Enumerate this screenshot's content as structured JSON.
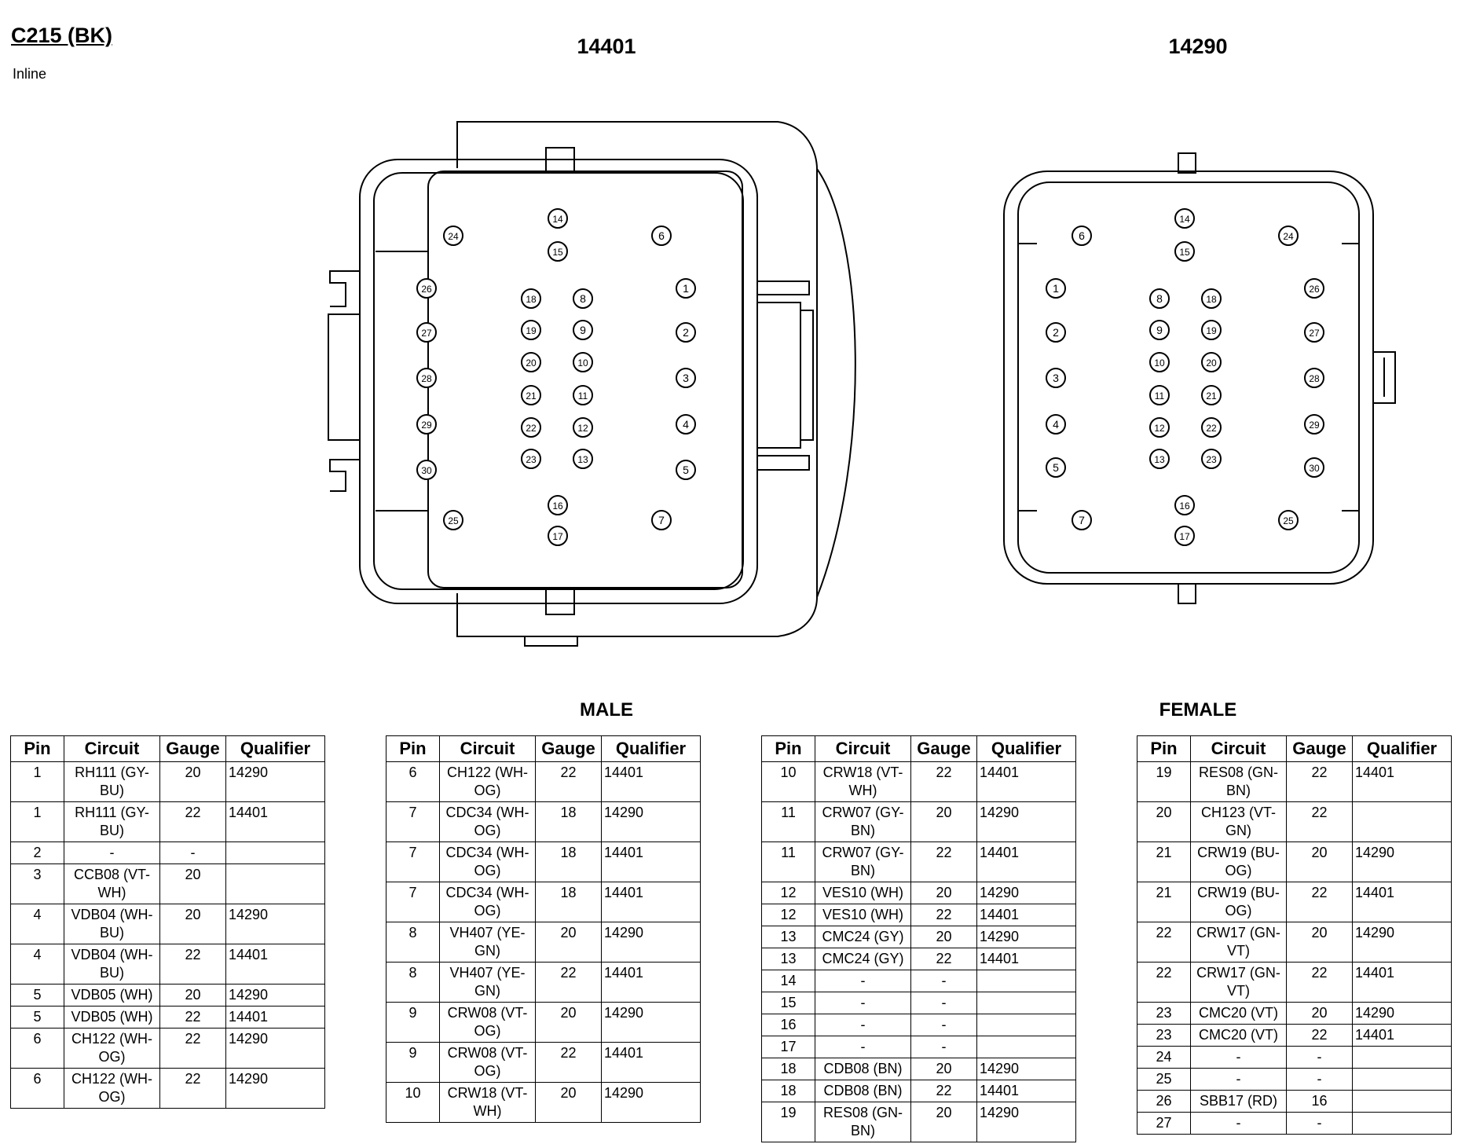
{
  "header": {
    "title": "C215 (BK)",
    "subtitle": "Inline"
  },
  "connectors": [
    {
      "id": "14401",
      "label": "14401",
      "gender": "MALE"
    },
    {
      "id": "14290",
      "label": "14290",
      "gender": "FEMALE"
    }
  ],
  "pin_numbers": [
    "1",
    "2",
    "3",
    "4",
    "5",
    "6",
    "7",
    "8",
    "9",
    "10",
    "11",
    "12",
    "13",
    "14",
    "15",
    "16",
    "17",
    "18",
    "19",
    "20",
    "21",
    "22",
    "23",
    "24",
    "25",
    "26",
    "27",
    "28",
    "29",
    "30"
  ],
  "table_headers": {
    "pin": "Pin",
    "circuit": "Circuit",
    "gauge": "Gauge",
    "qualifier": "Qualifier"
  },
  "tables": [
    {
      "rows": [
        {
          "pin": "1",
          "circuit": "RH111 (GY-BU)",
          "gauge": "20",
          "qualifier": "14290"
        },
        {
          "pin": "1",
          "circuit": "RH111 (GY-BU)",
          "gauge": "22",
          "qualifier": "14401"
        },
        {
          "pin": "2",
          "circuit": "-",
          "gauge": "-",
          "qualifier": ""
        },
        {
          "pin": "3",
          "circuit": "CCB08 (VT-WH)",
          "gauge": "20",
          "qualifier": ""
        },
        {
          "pin": "4",
          "circuit": "VDB04 (WH-BU)",
          "gauge": "20",
          "qualifier": "14290"
        },
        {
          "pin": "4",
          "circuit": "VDB04 (WH-BU)",
          "gauge": "22",
          "qualifier": "14401"
        },
        {
          "pin": "5",
          "circuit": "VDB05 (WH)",
          "gauge": "20",
          "qualifier": "14290"
        },
        {
          "pin": "5",
          "circuit": "VDB05 (WH)",
          "gauge": "22",
          "qualifier": "14401"
        },
        {
          "pin": "6",
          "circuit": "CH122 (WH-OG)",
          "gauge": "22",
          "qualifier": "14290"
        },
        {
          "pin": "6",
          "circuit": "CH122 (WH-OG)",
          "gauge": "22",
          "qualifier": "14290"
        }
      ]
    },
    {
      "rows": [
        {
          "pin": "6",
          "circuit": "CH122 (WH-OG)",
          "gauge": "22",
          "qualifier": "14401"
        },
        {
          "pin": "7",
          "circuit": "CDC34 (WH-OG)",
          "gauge": "18",
          "qualifier": "14290"
        },
        {
          "pin": "7",
          "circuit": "CDC34 (WH-OG)",
          "gauge": "18",
          "qualifier": "14401"
        },
        {
          "pin": "7",
          "circuit": "CDC34 (WH-OG)",
          "gauge": "18",
          "qualifier": "14401"
        },
        {
          "pin": "8",
          "circuit": "VH407 (YE-GN)",
          "gauge": "20",
          "qualifier": "14290"
        },
        {
          "pin": "8",
          "circuit": "VH407 (YE-GN)",
          "gauge": "22",
          "qualifier": "14401"
        },
        {
          "pin": "9",
          "circuit": "CRW08 (VT-OG)",
          "gauge": "20",
          "qualifier": "14290"
        },
        {
          "pin": "9",
          "circuit": "CRW08 (VT-OG)",
          "gauge": "22",
          "qualifier": "14401"
        },
        {
          "pin": "10",
          "circuit": "CRW18 (VT-WH)",
          "gauge": "20",
          "qualifier": "14290"
        }
      ]
    },
    {
      "rows": [
        {
          "pin": "10",
          "circuit": "CRW18 (VT-WH)",
          "gauge": "22",
          "qualifier": "14401"
        },
        {
          "pin": "11",
          "circuit": "CRW07 (GY-BN)",
          "gauge": "20",
          "qualifier": "14290"
        },
        {
          "pin": "11",
          "circuit": "CRW07 (GY-BN)",
          "gauge": "22",
          "qualifier": "14401"
        },
        {
          "pin": "12",
          "circuit": "VES10 (WH)",
          "gauge": "20",
          "qualifier": "14290"
        },
        {
          "pin": "12",
          "circuit": "VES10 (WH)",
          "gauge": "22",
          "qualifier": "14401"
        },
        {
          "pin": "13",
          "circuit": "CMC24 (GY)",
          "gauge": "20",
          "qualifier": "14290"
        },
        {
          "pin": "13",
          "circuit": "CMC24 (GY)",
          "gauge": "22",
          "qualifier": "14401"
        },
        {
          "pin": "14",
          "circuit": "-",
          "gauge": "-",
          "qualifier": ""
        },
        {
          "pin": "15",
          "circuit": "-",
          "gauge": "-",
          "qualifier": ""
        },
        {
          "pin": "16",
          "circuit": "-",
          "gauge": "-",
          "qualifier": ""
        },
        {
          "pin": "17",
          "circuit": "-",
          "gauge": "-",
          "qualifier": ""
        },
        {
          "pin": "18",
          "circuit": "CDB08 (BN)",
          "gauge": "20",
          "qualifier": "14290"
        },
        {
          "pin": "18",
          "circuit": "CDB08 (BN)",
          "gauge": "22",
          "qualifier": "14401"
        },
        {
          "pin": "19",
          "circuit": "RES08 (GN-BN)",
          "gauge": "20",
          "qualifier": "14290"
        }
      ]
    },
    {
      "rows": [
        {
          "pin": "19",
          "circuit": "RES08 (GN-BN)",
          "gauge": "22",
          "qualifier": "14401"
        },
        {
          "pin": "20",
          "circuit": "CH123 (VT-GN)",
          "gauge": "22",
          "qualifier": ""
        },
        {
          "pin": "21",
          "circuit": "CRW19 (BU-OG)",
          "gauge": "20",
          "qualifier": "14290"
        },
        {
          "pin": "21",
          "circuit": "CRW19 (BU-OG)",
          "gauge": "22",
          "qualifier": "14401"
        },
        {
          "pin": "22",
          "circuit": "CRW17 (GN-VT)",
          "gauge": "20",
          "qualifier": "14290"
        },
        {
          "pin": "22",
          "circuit": "CRW17 (GN-VT)",
          "gauge": "22",
          "qualifier": "14401"
        },
        {
          "pin": "23",
          "circuit": "CMC20 (VT)",
          "gauge": "20",
          "qualifier": "14290"
        },
        {
          "pin": "23",
          "circuit": "CMC20 (VT)",
          "gauge": "22",
          "qualifier": "14401"
        },
        {
          "pin": "24",
          "circuit": "-",
          "gauge": "-",
          "qualifier": ""
        },
        {
          "pin": "25",
          "circuit": "-",
          "gauge": "-",
          "qualifier": ""
        },
        {
          "pin": "26",
          "circuit": "SBB17 (RD)",
          "gauge": "16",
          "qualifier": ""
        },
        {
          "pin": "27",
          "circuit": "-",
          "gauge": "-",
          "qualifier": ""
        }
      ]
    }
  ]
}
